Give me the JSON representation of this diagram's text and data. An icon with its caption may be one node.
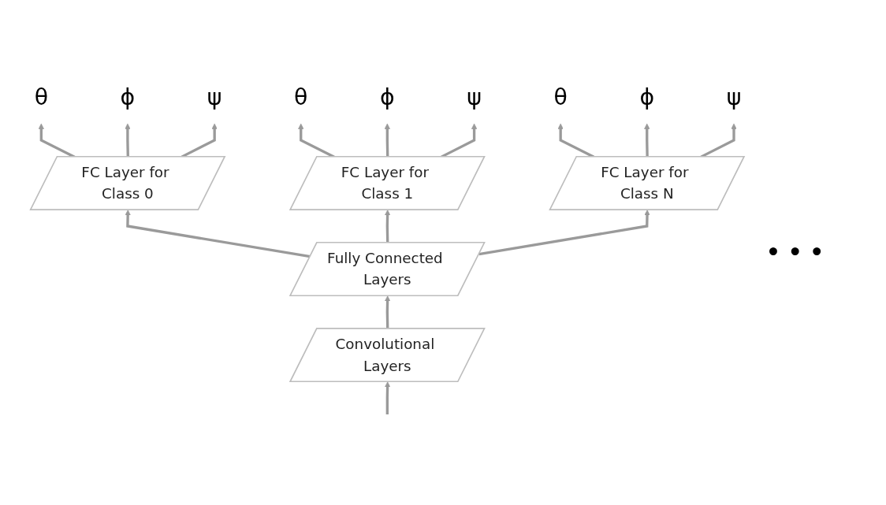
{
  "diagram": {
    "nodes": [
      {
        "text": [
          "θ"
        ]
      },
      {
        "text": [
          "ϕ"
        ]
      },
      {
        "text": [
          "ψ"
        ]
      },
      {
        "text": [
          "θ"
        ]
      },
      {
        "text": [
          "ϕ"
        ]
      },
      {
        "text": [
          "ψ"
        ]
      },
      {
        "text": [
          "θ"
        ]
      },
      {
        "text": [
          "ϕ"
        ]
      },
      {
        "text": [
          "ψ"
        ]
      },
      {
        "text": [
          "FC Layer for Class 0"
        ]
      },
      {
        "text": [
          "FC Layer for Class 1"
        ]
      },
      {
        "text": [
          "FC Layer for Class N"
        ]
      },
      {
        "text": [
          "Fully Connected Layers"
        ]
      },
      {
        "text": [
          "Convolutional Layers"
        ]
      }
    ],
    "edges": [
      {
        "from": null,
        "to": 13,
        "arrow": "to"
      },
      {
        "from": 13,
        "to": 12,
        "arrow": "to"
      },
      {
        "from": 12,
        "to": 9,
        "arrow": "to"
      },
      {
        "from": 12,
        "to": 10,
        "arrow": "to"
      },
      {
        "from": 12,
        "to": 11,
        "arrow": "to"
      },
      {
        "from": 9,
        "to": 0,
        "arrow": "to"
      },
      {
        "from": 9,
        "to": 1,
        "arrow": "to"
      },
      {
        "from": 9,
        "to": 2,
        "arrow": "to"
      },
      {
        "from": 10,
        "to": 3,
        "arrow": "to"
      },
      {
        "from": 10,
        "to": 4,
        "arrow": "to"
      },
      {
        "from": 10,
        "to": 5,
        "arrow": "to"
      },
      {
        "from": 11,
        "to": 6,
        "arrow": "to"
      },
      {
        "from": 11,
        "to": 7,
        "arrow": "to"
      },
      {
        "from": 11,
        "to": 8,
        "arrow": "to"
      }
    ],
    "labels": [
      "• • •"
    ]
  }
}
